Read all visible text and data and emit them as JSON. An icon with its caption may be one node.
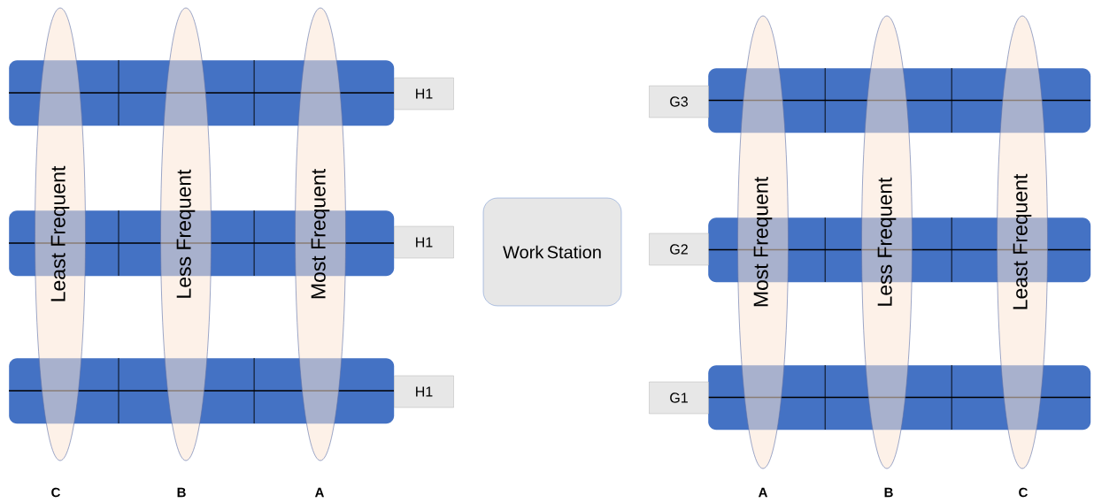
{
  "diagram": {
    "nodes": [
      {
        "text": [],
        "shape": "box"
      },
      {
        "text": [],
        "shape": "box"
      },
      {
        "text": [],
        "shape": "box"
      },
      {
        "text": [
          "H1"
        ]
      },
      {
        "text": [
          "H1"
        ]
      },
      {
        "text": [
          "H1"
        ]
      },
      {
        "text": [
          "Least Frequent"
        ]
      },
      {
        "text": [
          "Less Frequent"
        ]
      },
      {
        "text": [
          "Most Frequent"
        ]
      },
      {
        "text": [
          "Work Station"
        ]
      },
      {
        "text": [
          "G3"
        ]
      },
      {
        "text": [
          "G2"
        ]
      },
      {
        "text": [
          "G1"
        ]
      },
      {
        "text": [],
        "shape": "box"
      },
      {
        "text": [],
        "shape": "box"
      },
      {
        "text": [],
        "shape": "box"
      },
      {
        "text": [
          "Most Frequent"
        ]
      },
      {
        "text": [
          "Less Frequent"
        ]
      },
      {
        "text": [
          "Least Frequent"
        ]
      }
    ],
    "labels": [
      "C",
      "B",
      "A",
      "A",
      "B",
      "C"
    ]
  }
}
